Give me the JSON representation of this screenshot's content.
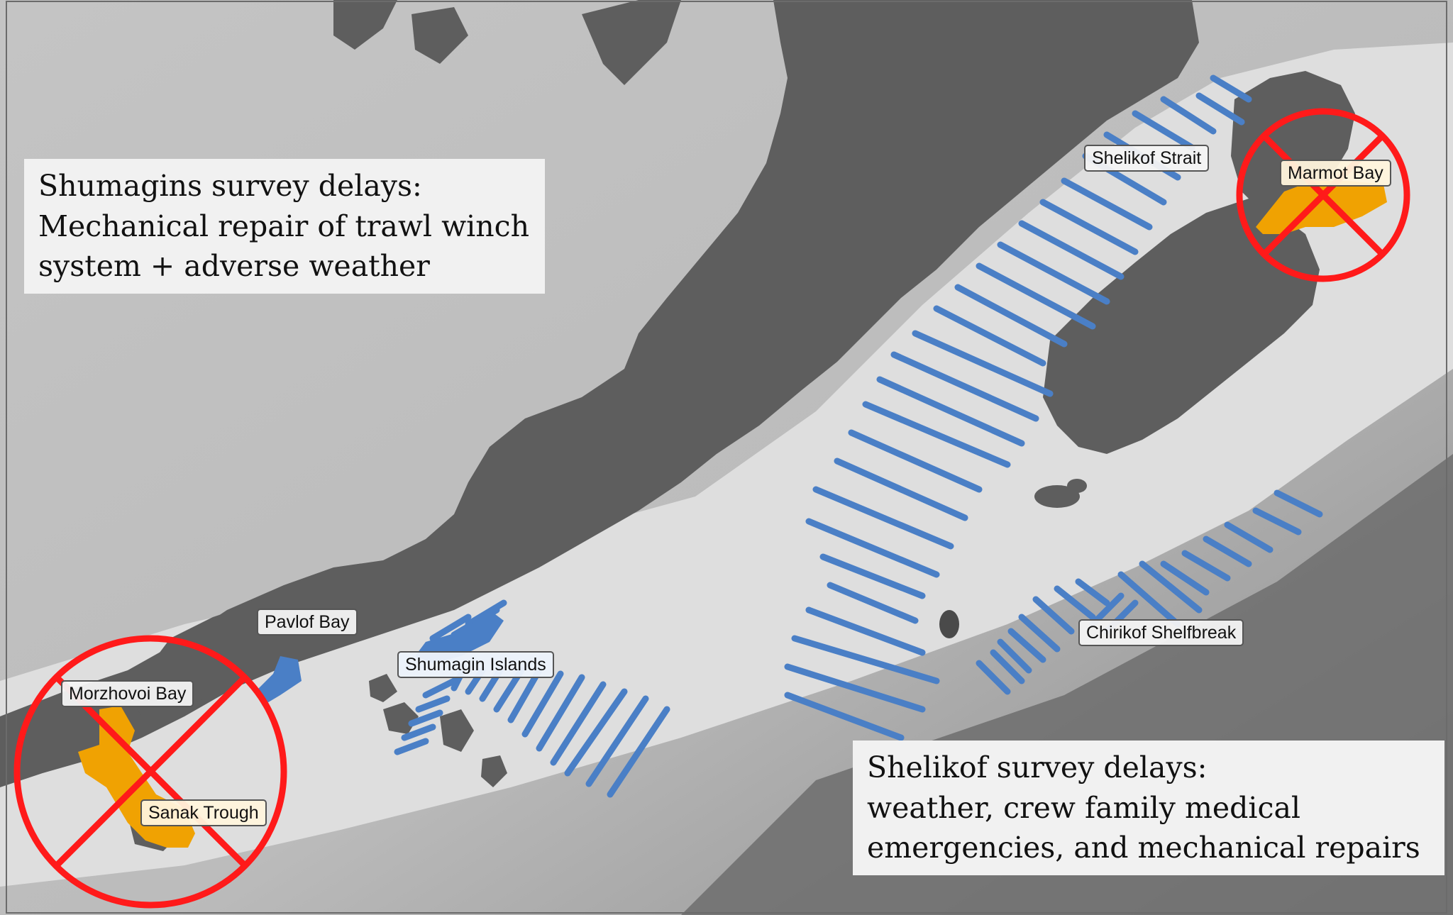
{
  "map": {
    "colors": {
      "land": "#5e5e5e",
      "ocean_shelf": "#d9d9d9",
      "ocean_deep": "#6d6d6d",
      "transect": "#4a7fc6",
      "survey_area": "#f0a202",
      "cancel_mark": "#ff1a1a"
    },
    "labels": {
      "shelikof_strait": "Shelikof Strait",
      "marmot_bay": "Marmot Bay",
      "pavlof_bay": "Pavlof Bay",
      "shumagin_islands": "Shumagin Islands",
      "morzhovoi_bay": "Morzhovoi Bay",
      "sanak_trough": "Sanak Trough",
      "chirikof_shelfbreak": "Chirikof Shelfbreak"
    },
    "callouts": {
      "shumagins": {
        "line1": "Shumagins survey delays:",
        "line2": "Mechanical repair of trawl winch",
        "line3": "system + adverse weather"
      },
      "shelikof": {
        "line1": "Shelikof survey delays:",
        "line2": "weather, crew family medical",
        "line3": "emergencies, and mechanical repairs"
      }
    },
    "cancelled_areas": [
      "marmot-bay",
      "morzhovoi-sanak"
    ]
  }
}
